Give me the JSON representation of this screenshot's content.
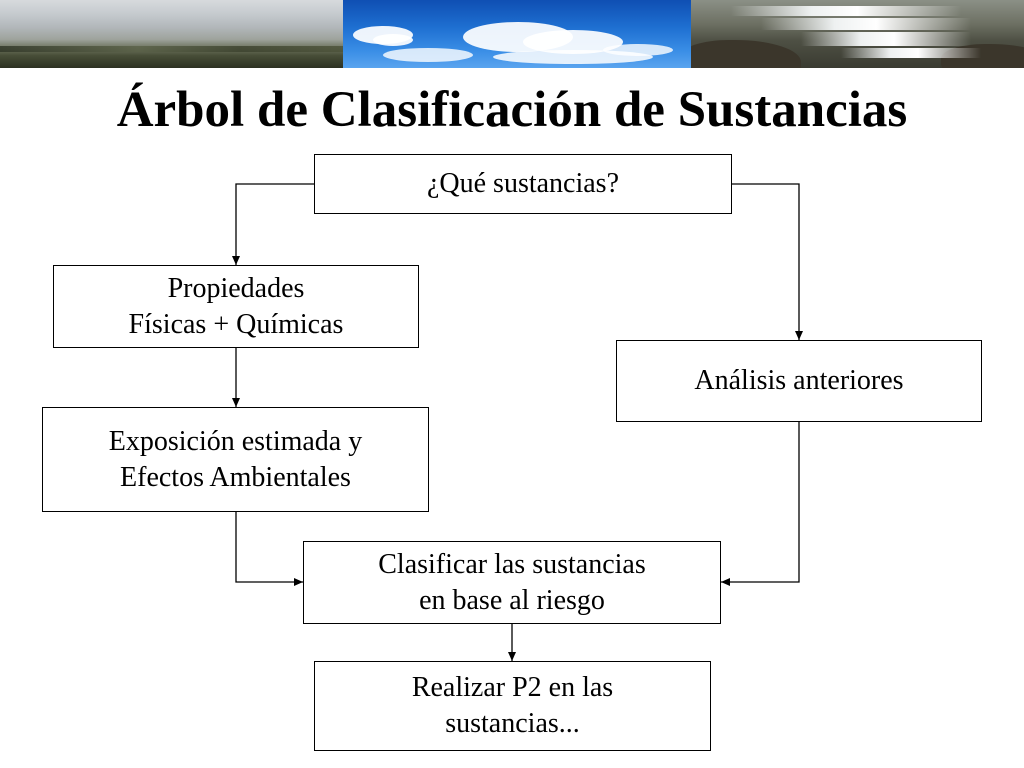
{
  "slide": {
    "title": "Árbol de Clasificación de Sustancias"
  },
  "diagram": {
    "nodes": {
      "question": {
        "lines": [
          "¿Qué sustancias?"
        ]
      },
      "properties": {
        "lines": [
          "Propiedades",
          "Físicas + Químicas"
        ]
      },
      "exposure": {
        "lines": [
          "Exposición estimada y",
          "Efectos Ambientales"
        ]
      },
      "previous_analysis": {
        "lines": [
          "Análisis anteriores"
        ]
      },
      "classify": {
        "lines": [
          "Clasificar las sustancias",
          "en base al riesgo"
        ]
      },
      "p2": {
        "lines": [
          "Realizar P2 en las",
          "sustancias..."
        ]
      }
    },
    "edges": [
      {
        "from": "question",
        "to": "properties"
      },
      {
        "from": "question",
        "to": "previous_analysis"
      },
      {
        "from": "properties",
        "to": "exposure"
      },
      {
        "from": "exposure",
        "to": "classify"
      },
      {
        "from": "previous_analysis",
        "to": "classify"
      },
      {
        "from": "classify",
        "to": "p2"
      }
    ]
  },
  "colors": {
    "background": "#ffffff",
    "text": "#000000",
    "stroke": "#000000"
  }
}
